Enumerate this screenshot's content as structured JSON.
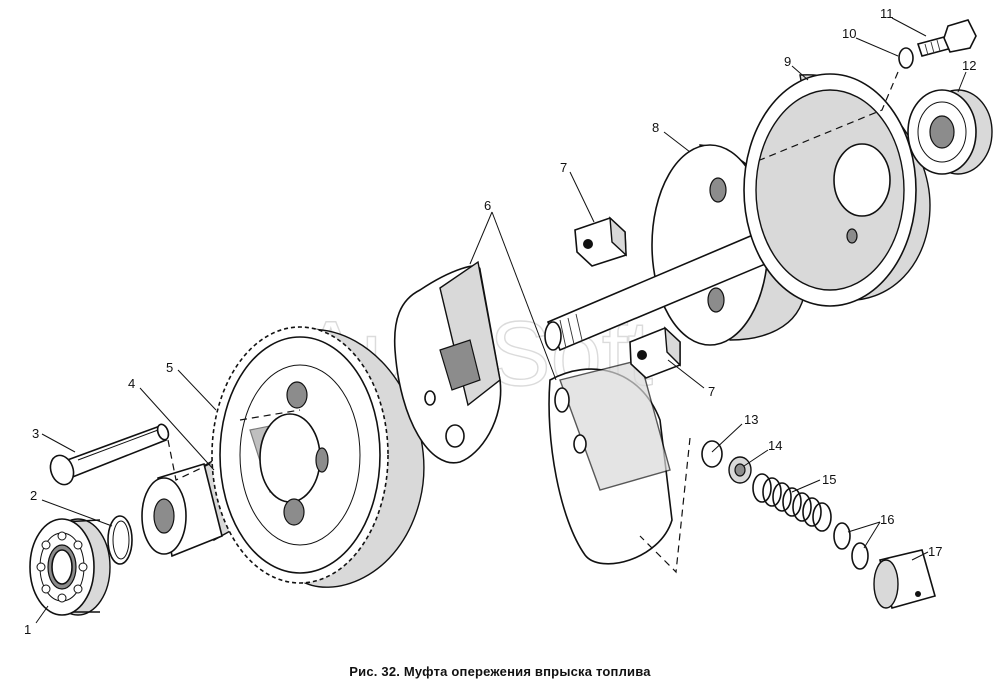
{
  "figure": {
    "caption": "Рис. 32. Муфта опережения впрыска топлива",
    "watermark": "AutoSoft"
  },
  "callouts": {
    "c1": "1",
    "c2": "2",
    "c3": "3",
    "c4": "4",
    "c5": "5",
    "c6": "6",
    "c7a": "7",
    "c7b": "7",
    "c8": "8",
    "c9": "9",
    "c10": "10",
    "c11": "11",
    "c12": "12",
    "c13": "13",
    "c14": "14",
    "c15": "15",
    "c16": "16",
    "c17": "17"
  }
}
